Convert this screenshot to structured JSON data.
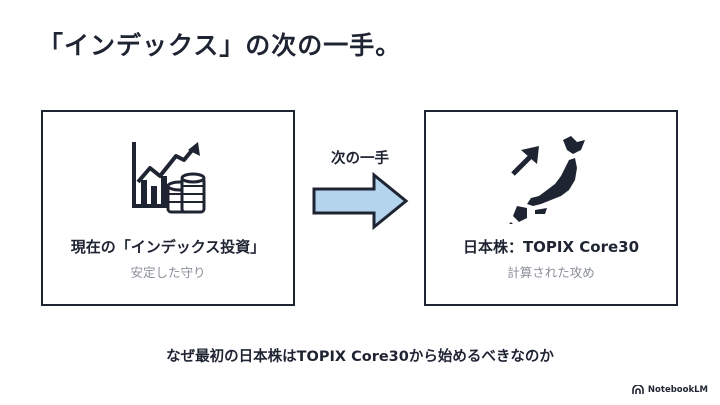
{
  "title": "「インデックス」の次の一手。",
  "left_card": {
    "heading": "現在の「インデックス投資」",
    "subtitle": "安定した守り",
    "icon": "chart-coins-icon"
  },
  "transition": {
    "label": "次の一手",
    "icon": "right-arrow-icon"
  },
  "right_card": {
    "heading": "日本株：TOPIX Core30",
    "subtitle": "計算された攻め",
    "icon": "japan-map-arrow-icon"
  },
  "question": "なぜ最初の日本株はTOPIX Core30から始めるべきなのか",
  "branding": {
    "label": "NotebookLM",
    "icon": "notebooklm-logo-icon"
  },
  "colors": {
    "ink": "#1f2433",
    "muted": "#8a8f99",
    "arrow_fill": "#b3d4ec",
    "background": "#ffffff"
  }
}
